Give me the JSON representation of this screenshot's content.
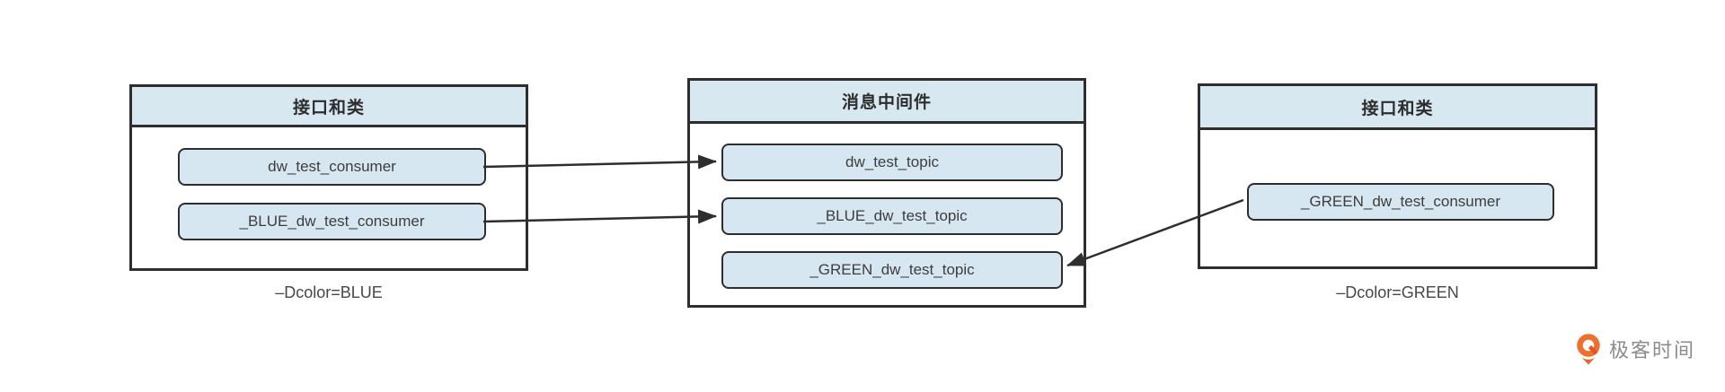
{
  "colors": {
    "panel_fill": "#ffffff",
    "header_fill": "#d8e8f1",
    "node_fill": "#d7e7f1",
    "line_and_border": "#2e2e2e",
    "node_text": "#3d3d3d",
    "caption_text": "#474747",
    "logo_orange": "#ee7031",
    "logo_text_gray": "#8c8c8c"
  },
  "panels": [
    {
      "title": "接口和类",
      "items": [
        "dw_test_consumer",
        "_BLUE_dw_test_consumer"
      ],
      "caption": "–Dcolor=BLUE"
    },
    {
      "title": "消息中间件",
      "items": [
        "dw_test_topic",
        "_BLUE_dw_test_topic",
        "_GREEN_dw_test_topic"
      ]
    },
    {
      "title": "接口和类",
      "items": [
        "_GREEN_dw_test_consumer"
      ],
      "caption": "–Dcolor=GREEN"
    }
  ],
  "connections": [
    {
      "from": "dw_test_consumer",
      "to": "dw_test_topic"
    },
    {
      "from": "_BLUE_dw_test_consumer",
      "to": "_BLUE_dw_test_topic"
    },
    {
      "from": "_GREEN_dw_test_consumer",
      "to": "_GREEN_dw_test_topic"
    }
  ],
  "watermark": {
    "text": "极客时间",
    "icon": "geektime-logo-icon"
  }
}
